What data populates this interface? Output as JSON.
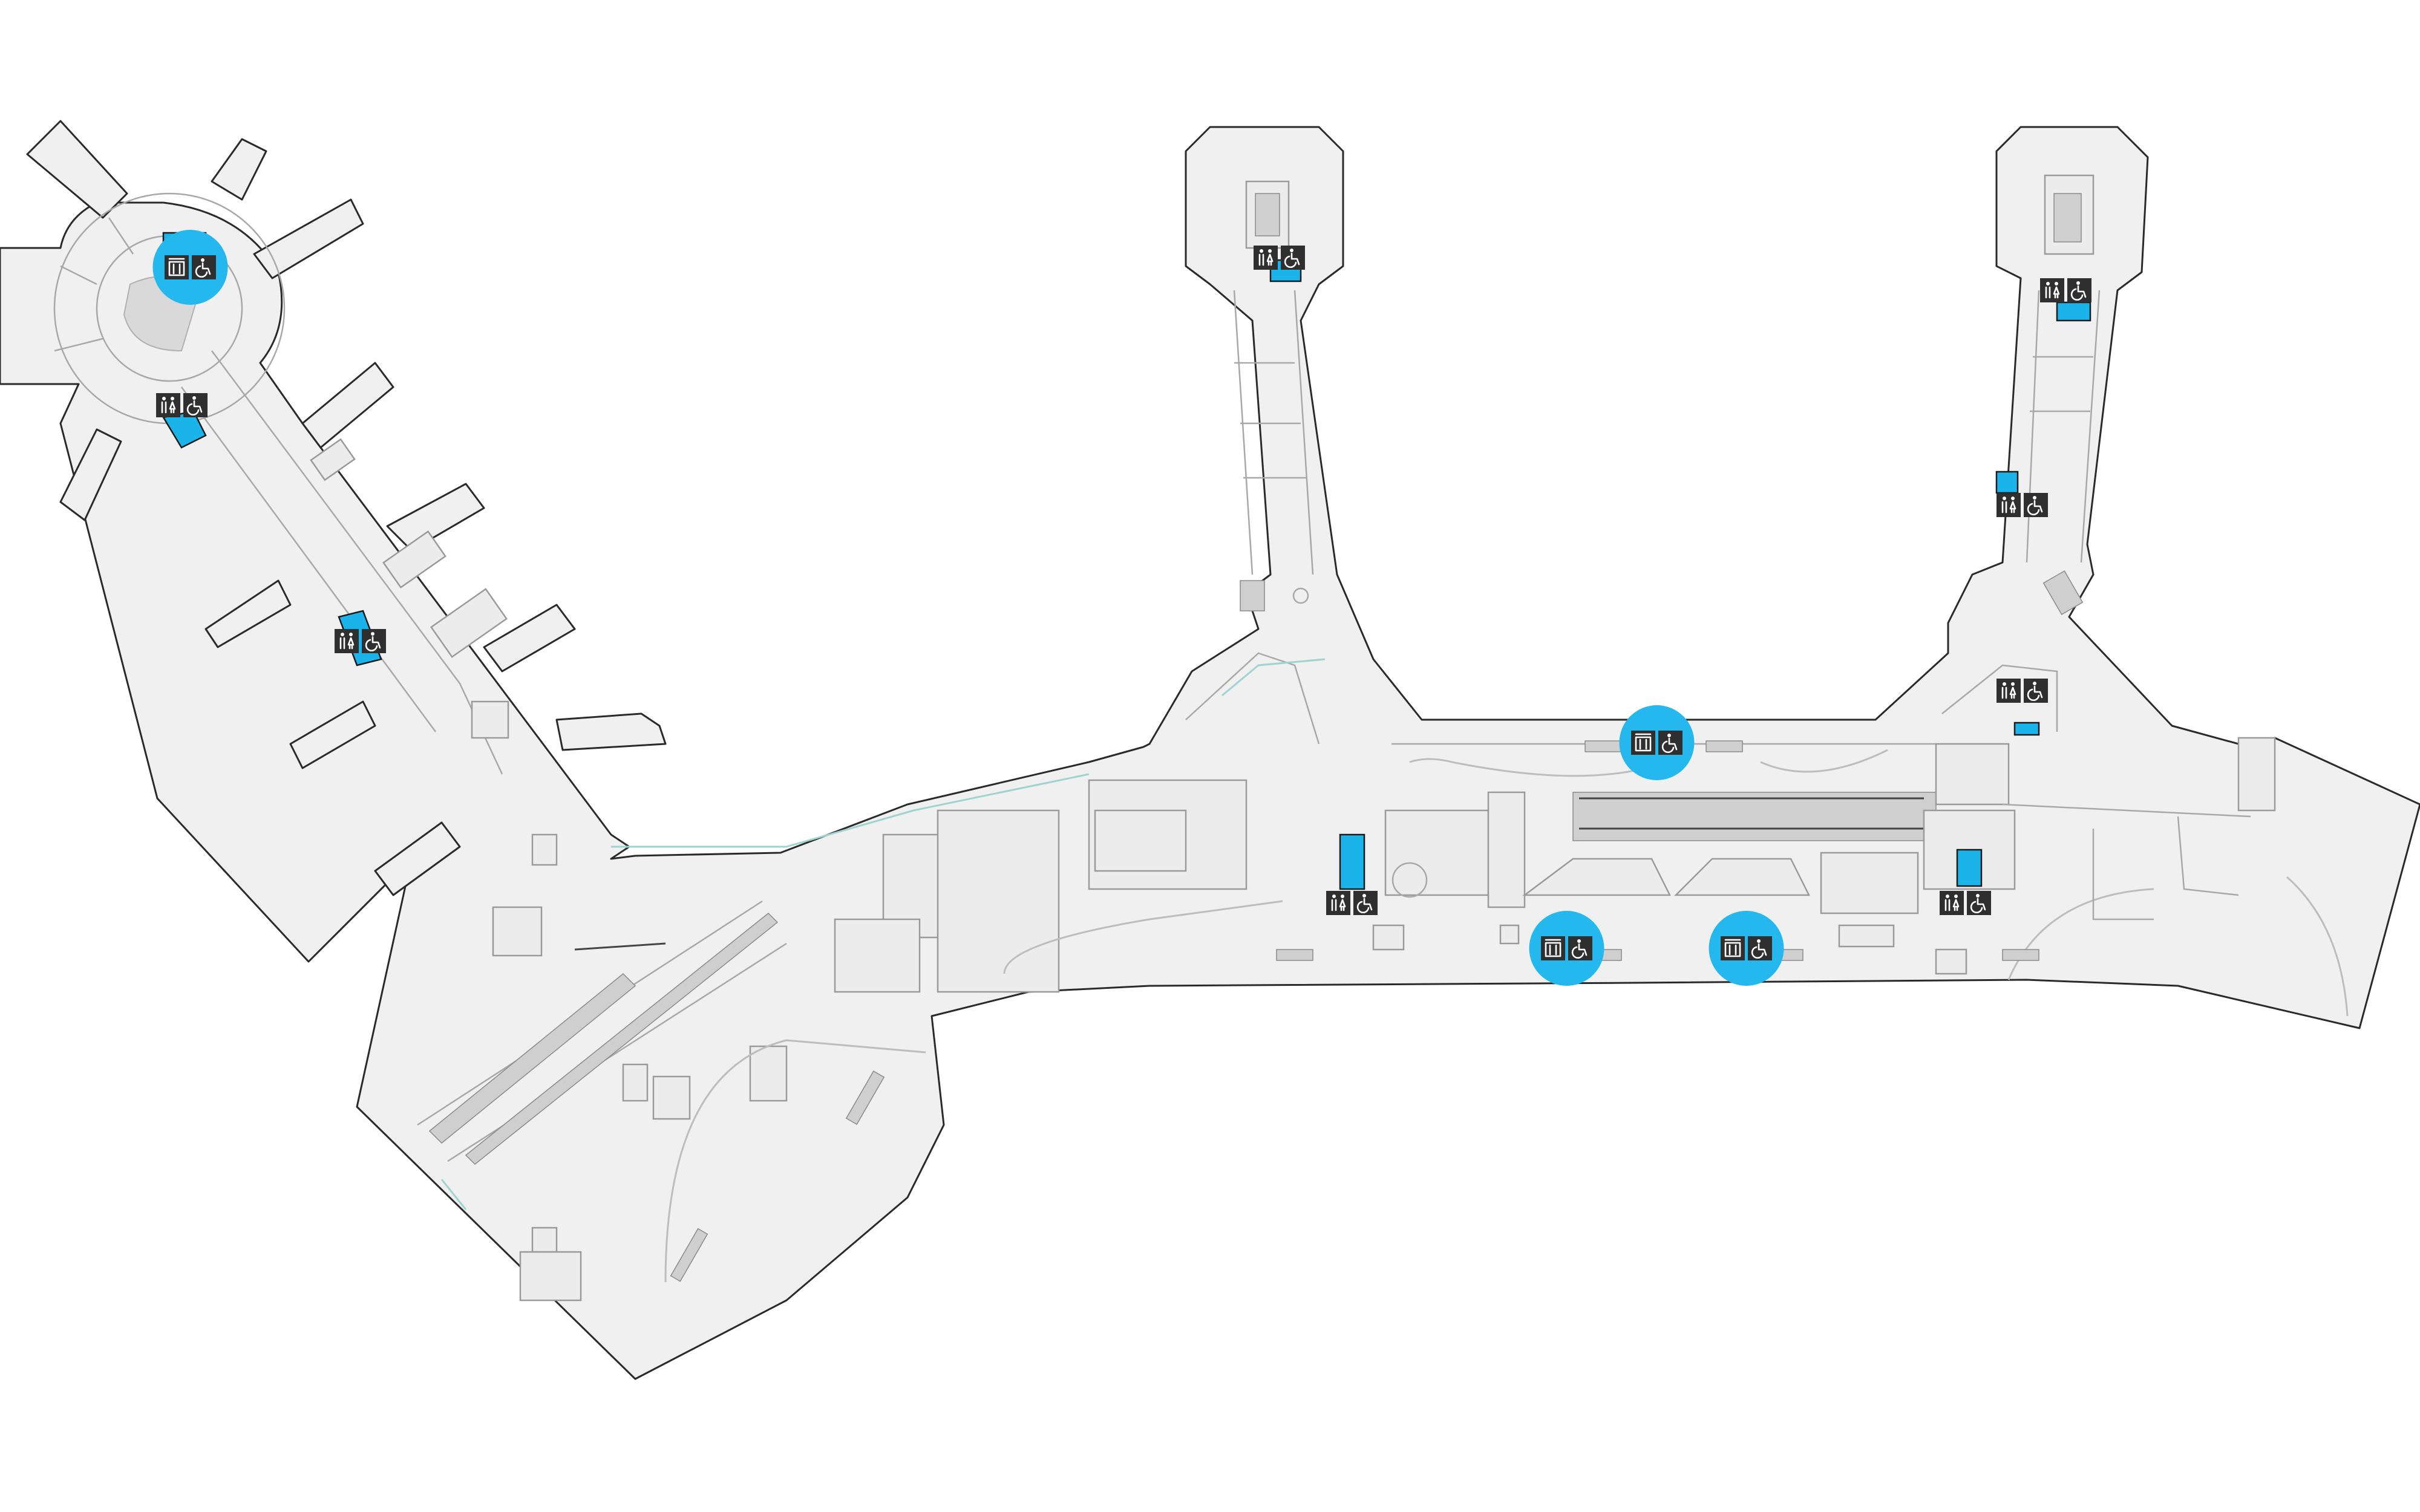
{
  "map": {
    "background_color": "#ffffff",
    "floor_color": "#f0f0f0",
    "wall_color": "#2a2a2a",
    "highlight_color": "#1ab4ea",
    "halo_color": "#24b8ee",
    "icon_tile_color": "#2f2f2f"
  },
  "legend_icons": {
    "restroom": "restroom-icon",
    "accessible": "wheelchair-icon",
    "family_restroom": "family-restroom-icon"
  },
  "amenities": [
    {
      "name": "restroom-west-rotunda",
      "icons": [
        "family-restroom-icon",
        "wheelchair-icon"
      ],
      "highlighted": true
    },
    {
      "name": "restroom-west-rotunda-south",
      "icons": [
        "restroom-icon",
        "wheelchair-icon"
      ],
      "highlighted": false
    },
    {
      "name": "restroom-west-pier",
      "icons": [
        "restroom-icon",
        "wheelchair-icon"
      ],
      "highlighted": false
    },
    {
      "name": "restroom-north-pier-center",
      "icons": [
        "restroom-icon",
        "wheelchair-icon"
      ],
      "highlighted": false
    },
    {
      "name": "restroom-north-pier-east-top",
      "icons": [
        "restroom-icon",
        "wheelchair-icon"
      ],
      "highlighted": false
    },
    {
      "name": "restroom-north-pier-east-mid",
      "icons": [
        "restroom-icon",
        "wheelchair-icon"
      ],
      "highlighted": false
    },
    {
      "name": "restroom-east-junction",
      "icons": [
        "restroom-icon",
        "wheelchair-icon"
      ],
      "highlighted": false
    },
    {
      "name": "restroom-central-north",
      "icons": [
        "family-restroom-icon",
        "wheelchair-icon"
      ],
      "highlighted": true
    },
    {
      "name": "restroom-central-west",
      "icons": [
        "restroom-icon",
        "wheelchair-icon"
      ],
      "highlighted": false
    },
    {
      "name": "restroom-central-east",
      "icons": [
        "restroom-icon",
        "wheelchair-icon"
      ],
      "highlighted": false
    },
    {
      "name": "restroom-central-south-left",
      "icons": [
        "family-restroom-icon",
        "wheelchair-icon"
      ],
      "highlighted": true
    },
    {
      "name": "restroom-central-south-right",
      "icons": [
        "family-restroom-icon",
        "wheelchair-icon"
      ],
      "highlighted": true
    }
  ]
}
